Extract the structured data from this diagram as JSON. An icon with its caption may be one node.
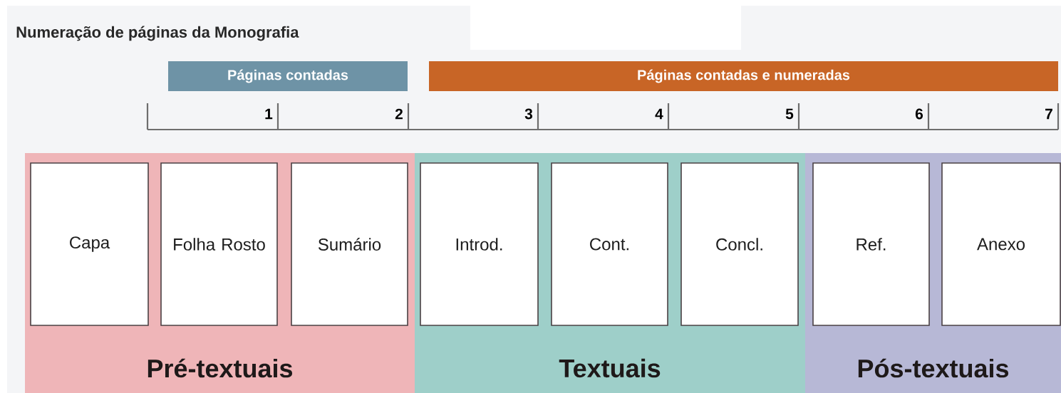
{
  "diagram": {
    "title": "Numeração de páginas da Monografia",
    "nodes": [
      {
        "text": [
          "Páginas contadas"
        ]
      },
      {
        "text": [
          "Páginas contadas e numeradas"
        ]
      },
      {
        "text": [
          "Pré-textuais"
        ]
      },
      {
        "text": [
          "Capa"
        ],
        "in": 2
      },
      {
        "text": [
          "Folha Rosto"
        ],
        "in": 2
      },
      {
        "text": [
          "Sumário"
        ],
        "in": 2
      },
      {
        "text": [
          "Textuais"
        ]
      },
      {
        "text": [
          "Introd."
        ],
        "in": 6
      },
      {
        "text": [
          "Cont."
        ],
        "in": 6
      },
      {
        "text": [
          "Concl."
        ],
        "in": 6
      },
      {
        "text": [
          "Pós-textuais"
        ]
      },
      {
        "text": [
          "Ref."
        ],
        "in": 10
      },
      {
        "text": [
          "Anexo"
        ],
        "in": 10
      }
    ],
    "labels": [
      "1",
      "2",
      "3",
      "4",
      "5",
      "6",
      "7"
    ]
  }
}
